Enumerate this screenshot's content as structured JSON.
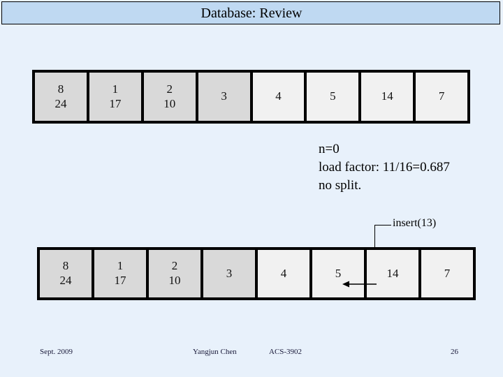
{
  "slide": {
    "title": "Database: Review",
    "background_color": "#e8f1fb",
    "title_bar_color": "#bfd9f2"
  },
  "diagram": {
    "type": "extendible-hashing-bucket-directory",
    "rows": [
      {
        "name": "before-insert",
        "cells": [
          {
            "lines": [
              "8",
              "24"
            ],
            "fill": "#d9d9d9"
          },
          {
            "lines": [
              "1",
              "17"
            ],
            "fill": "#d9d9d9"
          },
          {
            "lines": [
              "2",
              "10"
            ],
            "fill": "#d9d9d9"
          },
          {
            "lines": [
              "3"
            ],
            "fill": "#d9d9d9"
          },
          {
            "lines": [
              "4"
            ],
            "fill": "#f1f1f1"
          },
          {
            "lines": [
              "5"
            ],
            "fill": "#f1f1f1"
          },
          {
            "lines": [
              "14"
            ],
            "fill": "#f1f1f1"
          },
          {
            "lines": [
              "7"
            ],
            "fill": "#f1f1f1"
          }
        ]
      },
      {
        "name": "after-insert",
        "cells": [
          {
            "lines": [
              "8",
              "24"
            ],
            "fill": "#d9d9d9"
          },
          {
            "lines": [
              "1",
              "17"
            ],
            "fill": "#d9d9d9"
          },
          {
            "lines": [
              "2",
              "10"
            ],
            "fill": "#d9d9d9"
          },
          {
            "lines": [
              "3"
            ],
            "fill": "#d9d9d9"
          },
          {
            "lines": [
              "4"
            ],
            "fill": "#f1f1f1"
          },
          {
            "lines": [
              "5"
            ],
            "fill": "#f1f1f1"
          },
          {
            "lines": [
              "14"
            ],
            "fill": "#f1f1f1"
          },
          {
            "lines": [
              "7"
            ],
            "fill": "#f1f1f1"
          }
        ]
      }
    ]
  },
  "notes": {
    "line1": "n=0",
    "line2": "load factor: 11/16=0.687",
    "line3": "no split."
  },
  "callout": {
    "label": "insert(13)",
    "target_cell_value": "5"
  },
  "footer": {
    "date": "Sept. 2009",
    "author": "Yangjun Chen",
    "course": "ACS-3902",
    "page": "26"
  }
}
